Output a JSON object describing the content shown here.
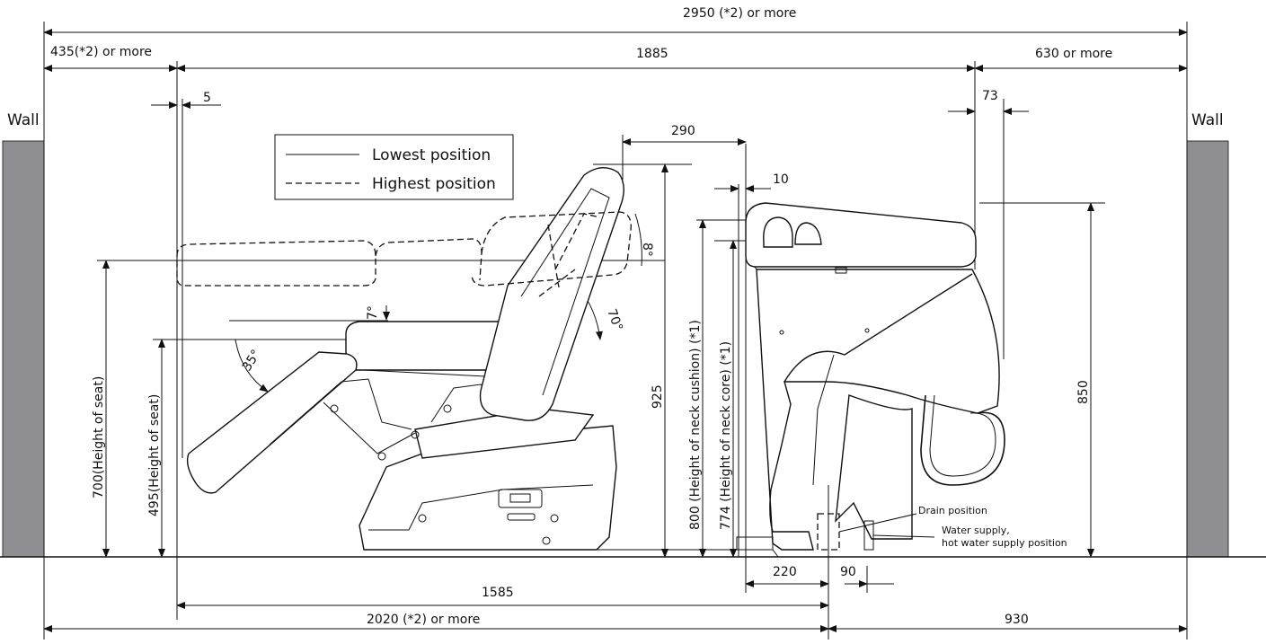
{
  "walls": {
    "left": "Wall",
    "right": "Wall"
  },
  "legend": {
    "solid": "Lowest position",
    "dashed": "Highest position"
  },
  "dimensions": {
    "total_width": "2950 (*2) or more",
    "left_clearance": "435(*2) or more",
    "chair_length": "1885",
    "right_clearance": "630 or more",
    "offset_5": "5",
    "offset_73": "73",
    "backrest_290": "290",
    "offset_10": "10",
    "height_925": "925",
    "height_850": "850",
    "neck_cushion": "800 (Height of neck cushion) (*1)",
    "neck_core": "774 (Height of neck core) (*1)",
    "seat_high": "700(Height of seat)",
    "seat_low": "495(Height of seat)",
    "bottom_1585": "1585",
    "bottom_220": "220",
    "bottom_90": "90",
    "bottom_left": "2020 (*2) or more",
    "bottom_right": "930"
  },
  "angles": {
    "a7": "7°",
    "a35": "35°",
    "a70": "70°",
    "a8": "8°"
  },
  "annotations": {
    "drain": "Drain position",
    "water1": "Water supply,",
    "water2": "hot water supply position"
  }
}
